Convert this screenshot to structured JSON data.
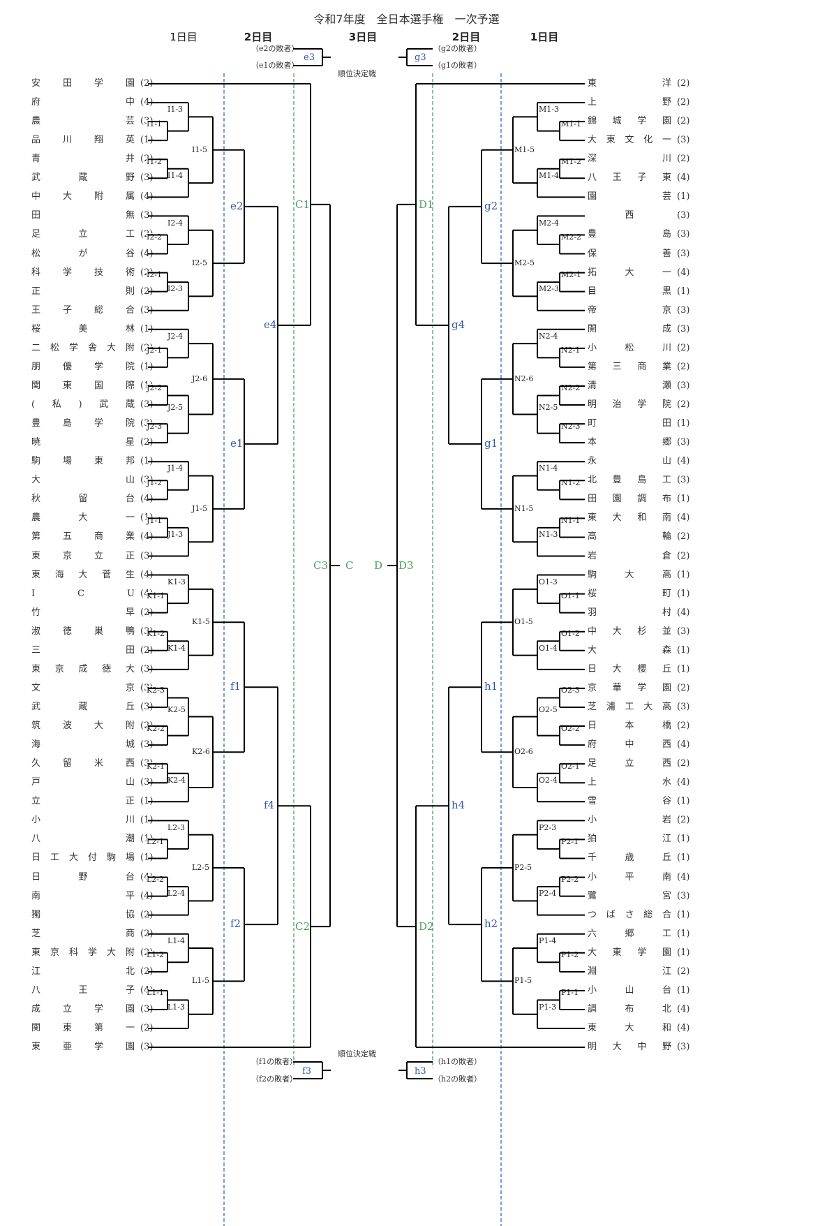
{
  "title": "令和7年度　全日本選手権　一次予選",
  "days": {
    "left_day1": "1日目",
    "left_day2": "2日目",
    "day3": "3日目",
    "right_day2": "2日目",
    "right_day1": "1日目"
  },
  "placement_label": "順位決定戦",
  "colors": {
    "line": "#000000",
    "blue_label": "#3355aa",
    "green_label": "#4aa05a",
    "blue_dashed": "#2f6db5",
    "green_dashed": "#4aa05a"
  },
  "consolation": {
    "e3": {
      "label": "e3",
      "top": "（e2の敗者）",
      "bottom": "（e1の敗者）"
    },
    "g3": {
      "label": "g3",
      "top": "（g2の敗者）",
      "bottom": "（g1の敗者）"
    },
    "f3": {
      "label": "f3",
      "top": "（f1の敗者）",
      "bottom": "（f2の敗者）"
    },
    "h3": {
      "label": "h3",
      "top": "（h1の敗者）",
      "bottom": "（h2の敗者）"
    }
  },
  "left_teams": [
    {
      "name": "安田学園",
      "seed": "(2)"
    },
    {
      "name": "府中",
      "seed": "(4)"
    },
    {
      "name": "農芸",
      "seed": "(3)"
    },
    {
      "name": "品川翔英",
      "seed": "(1)"
    },
    {
      "name": "青井",
      "seed": "(2)"
    },
    {
      "name": "武蔵野",
      "seed": "(3)"
    },
    {
      "name": "中大附属",
      "seed": "(4)"
    },
    {
      "name": "田無",
      "seed": "(3)"
    },
    {
      "name": "足立工",
      "seed": "(2)"
    },
    {
      "name": "松が谷",
      "seed": "(4)"
    },
    {
      "name": "科学技術",
      "seed": "(2)"
    },
    {
      "name": "正則",
      "seed": "(2)"
    },
    {
      "name": "王子総合",
      "seed": "(3)"
    },
    {
      "name": "桜美林",
      "seed": "(1)"
    },
    {
      "name": "二松学舎大附",
      "seed": "(2)"
    },
    {
      "name": "朋優学院",
      "seed": "(1)"
    },
    {
      "name": "関東国際",
      "seed": "(1)"
    },
    {
      "name": "(私)武蔵",
      "seed": "(3)"
    },
    {
      "name": "豊島学院",
      "seed": "(3)"
    },
    {
      "name": "暁星",
      "seed": "(2)"
    },
    {
      "name": "駒場東邦",
      "seed": "(1)"
    },
    {
      "name": "大山",
      "seed": "(3)"
    },
    {
      "name": "秋留台",
      "seed": "(4)"
    },
    {
      "name": "農大一",
      "seed": "(1)"
    },
    {
      "name": "第五商業",
      "seed": "(4)"
    },
    {
      "name": "東京立正",
      "seed": "(3)"
    },
    {
      "name": "東海大菅生",
      "seed": "(4)"
    },
    {
      "name": "ICU",
      "seed": "(4)"
    },
    {
      "name": "竹早",
      "seed": "(2)"
    },
    {
      "name": "淑徳巣鴨",
      "seed": "(3)"
    },
    {
      "name": "三田",
      "seed": "(2)"
    },
    {
      "name": "東京成徳大",
      "seed": "(3)"
    },
    {
      "name": "文京",
      "seed": "(3)"
    },
    {
      "name": "武蔵丘",
      "seed": "(3)"
    },
    {
      "name": "筑波大附",
      "seed": "(2)"
    },
    {
      "name": "海城",
      "seed": "(3)"
    },
    {
      "name": "久留米西",
      "seed": "(3)"
    },
    {
      "name": "戸山",
      "seed": "(3)"
    },
    {
      "name": "立正",
      "seed": "(1)"
    },
    {
      "name": "小川",
      "seed": "(1)"
    },
    {
      "name": "八潮",
      "seed": "(1)"
    },
    {
      "name": "日工大付駒場",
      "seed": "(1)"
    },
    {
      "name": "日野台",
      "seed": "(4)"
    },
    {
      "name": "南平",
      "seed": "(4)"
    },
    {
      "name": "獨協",
      "seed": "(2)"
    },
    {
      "name": "芝商",
      "seed": "(2)"
    },
    {
      "name": "東京科学大附",
      "seed": "(2)"
    },
    {
      "name": "江北",
      "seed": "(2)"
    },
    {
      "name": "八王子",
      "seed": "(4)"
    },
    {
      "name": "成立学園",
      "seed": "(3)"
    },
    {
      "name": "関東第一",
      "seed": "(2)"
    },
    {
      "name": "東亜学園",
      "seed": "(3)"
    }
  ],
  "right_teams": [
    {
      "name": "東洋",
      "seed": "(2)"
    },
    {
      "name": "上野",
      "seed": "(2)"
    },
    {
      "name": "錦城学園",
      "seed": "(2)"
    },
    {
      "name": "大東文化一",
      "seed": "(3)"
    },
    {
      "name": "深川",
      "seed": "(2)"
    },
    {
      "name": "八王子東",
      "seed": "(4)"
    },
    {
      "name": "園芸",
      "seed": "(1)"
    },
    {
      "name": "西",
      "seed": "(3)"
    },
    {
      "name": "豊島",
      "seed": "(3)"
    },
    {
      "name": "保善",
      "seed": "(3)"
    },
    {
      "name": "拓大一",
      "seed": "(4)"
    },
    {
      "name": "目黒",
      "seed": "(1)"
    },
    {
      "name": "帝京",
      "seed": "(3)"
    },
    {
      "name": "開成",
      "seed": "(3)"
    },
    {
      "name": "小松川",
      "seed": "(2)"
    },
    {
      "name": "第三商業",
      "seed": "(2)"
    },
    {
      "name": "清瀬",
      "seed": "(3)"
    },
    {
      "name": "明治学院",
      "seed": "(2)"
    },
    {
      "name": "町田",
      "seed": "(1)"
    },
    {
      "name": "本郷",
      "seed": "(3)"
    },
    {
      "name": "永山",
      "seed": "(4)"
    },
    {
      "name": "北豊島工",
      "seed": "(3)"
    },
    {
      "name": "田園調布",
      "seed": "(1)"
    },
    {
      "name": "東大和南",
      "seed": "(4)"
    },
    {
      "name": "高輪",
      "seed": "(2)"
    },
    {
      "name": "岩倉",
      "seed": "(2)"
    },
    {
      "name": "駒大高",
      "seed": "(1)"
    },
    {
      "name": "桜町",
      "seed": "(1)"
    },
    {
      "name": "羽村",
      "seed": "(4)"
    },
    {
      "name": "中大杉並",
      "seed": "(3)"
    },
    {
      "name": "大森",
      "seed": "(1)"
    },
    {
      "name": "日大櫻丘",
      "seed": "(1)"
    },
    {
      "name": "京華学園",
      "seed": "(2)"
    },
    {
      "name": "芝浦工大高",
      "seed": "(3)"
    },
    {
      "name": "日本橋",
      "seed": "(2)"
    },
    {
      "name": "府中西",
      "seed": "(4)"
    },
    {
      "name": "足立西",
      "seed": "(2)"
    },
    {
      "name": "上水",
      "seed": "(4)"
    },
    {
      "name": "雪谷",
      "seed": "(1)"
    },
    {
      "name": "小岩",
      "seed": "(2)"
    },
    {
      "name": "狛江",
      "seed": "(1)"
    },
    {
      "name": "千歳丘",
      "seed": "(1)"
    },
    {
      "name": "小平南",
      "seed": "(4)"
    },
    {
      "name": "鷺宮",
      "seed": "(3)"
    },
    {
      "name": "つばさ総合",
      "seed": "(1)"
    },
    {
      "name": "六郷工",
      "seed": "(1)"
    },
    {
      "name": "大東学園",
      "seed": "(1)"
    },
    {
      "name": "淵江",
      "seed": "(2)"
    },
    {
      "name": "小山台",
      "seed": "(1)"
    },
    {
      "name": "調布北",
      "seed": "(4)"
    },
    {
      "name": "東大和",
      "seed": "(4)"
    },
    {
      "name": "明大中野",
      "seed": "(3)"
    }
  ],
  "left_matches": [
    {
      "label": "I1-1",
      "a": 2,
      "b": 3,
      "level": 1
    },
    {
      "label": "I1-2",
      "a": 4,
      "b": 5,
      "level": 1
    },
    {
      "label": "I1-3",
      "a": 1,
      "b": "I1-1",
      "level": 2
    },
    {
      "label": "I1-4",
      "a": "I1-2",
      "b": 6,
      "level": 2
    },
    {
      "label": "I1-5",
      "a": "I1-3",
      "b": "I1-4",
      "level": 3
    },
    {
      "label": "I2-2",
      "a": 8,
      "b": 9,
      "level": 1
    },
    {
      "label": "I2-1",
      "a": 10,
      "b": 11,
      "level": 1
    },
    {
      "label": "I2-4",
      "a": 7,
      "b": "I2-2",
      "level": 2
    },
    {
      "label": "I2-3",
      "a": "I2-1",
      "b": 12,
      "level": 2
    },
    {
      "label": "I2-5",
      "a": "I2-4",
      "b": "I2-3",
      "level": 3
    },
    {
      "label": "J2-1",
      "a": 14,
      "b": 15,
      "level": 1
    },
    {
      "label": "J2-2",
      "a": 16,
      "b": 17,
      "level": 1
    },
    {
      "label": "J2-3",
      "a": 18,
      "b": 19,
      "level": 1
    },
    {
      "label": "J2-4",
      "a": 13,
      "b": "J2-1",
      "level": 2
    },
    {
      "label": "J2-5",
      "a": "J2-2",
      "b": "J2-3",
      "level": 2
    },
    {
      "label": "J2-6",
      "a": "J2-4",
      "b": "J2-5",
      "level": 3
    },
    {
      "label": "J1-2",
      "a": 21,
      "b": 22,
      "level": 1
    },
    {
      "label": "J1-1",
      "a": 23,
      "b": 24,
      "level": 1
    },
    {
      "label": "J1-4",
      "a": 20,
      "b": "J1-2",
      "level": 2
    },
    {
      "label": "J1-3",
      "a": "J1-1",
      "b": 25,
      "level": 2
    },
    {
      "label": "J1-5",
      "a": "J1-4",
      "b": "J1-3",
      "level": 3
    },
    {
      "label": "K1-1",
      "a": 27,
      "b": 28,
      "level": 1
    },
    {
      "label": "K1-2",
      "a": 29,
      "b": 30,
      "level": 1
    },
    {
      "label": "K1-3",
      "a": 26,
      "b": "K1-1",
      "level": 2
    },
    {
      "label": "K1-4",
      "a": "K1-2",
      "b": 31,
      "level": 2
    },
    {
      "label": "K1-5",
      "a": "K1-3",
      "b": "K1-4",
      "level": 3
    },
    {
      "label": "K2-3",
      "a": 32,
      "b": 33,
      "level": 1
    },
    {
      "label": "K2-2",
      "a": 34,
      "b": 35,
      "level": 1
    },
    {
      "label": "K2-1",
      "a": 36,
      "b": 37,
      "level": 1
    },
    {
      "label": "K2-5",
      "a": "K2-3",
      "b": "K2-2",
      "level": 2
    },
    {
      "label": "K2-4",
      "a": "K2-1",
      "b": 38,
      "level": 2
    },
    {
      "label": "K2-6",
      "a": "K2-5",
      "b": "K2-4",
      "level": 3
    },
    {
      "label": "L2-1",
      "a": 40,
      "b": 41,
      "level": 1
    },
    {
      "label": "L2-2",
      "a": 42,
      "b": 43,
      "level": 1
    },
    {
      "label": "L2-3",
      "a": 39,
      "b": "L2-1",
      "level": 2
    },
    {
      "label": "L2-4",
      "a": "L2-2",
      "b": 44,
      "level": 2
    },
    {
      "label": "L2-5",
      "a": "L2-3",
      "b": "L2-4",
      "level": 3
    },
    {
      "label": "L1-2",
      "a": 46,
      "b": 47,
      "level": 1
    },
    {
      "label": "L1-1",
      "a": 48,
      "b": 49,
      "level": 1
    },
    {
      "label": "L1-4",
      "a": 45,
      "b": "L1-2",
      "level": 2
    },
    {
      "label": "L1-3",
      "a": "L1-1",
      "b": 50,
      "level": 2
    },
    {
      "label": "L1-5",
      "a": "L1-4",
      "b": "L1-3",
      "level": 3
    },
    {
      "label": "e2",
      "a": "I1-5",
      "b": "I2-5",
      "level": 4,
      "color": "blue"
    },
    {
      "label": "e1",
      "a": "J2-6",
      "b": "J1-5",
      "level": 4,
      "color": "blue"
    },
    {
      "label": "f1",
      "a": "K1-5",
      "b": "K2-6",
      "level": 4,
      "color": "blue"
    },
    {
      "label": "f2",
      "a": "L2-5",
      "b": "L1-5",
      "level": 4,
      "color": "blue"
    },
    {
      "label": "e4",
      "a": "e2",
      "b": "e1",
      "level": 5,
      "color": "blue"
    },
    {
      "label": "f4",
      "a": "f1",
      "b": "f2",
      "level": 5,
      "color": "blue"
    },
    {
      "label": "C1",
      "a": 0,
      "b": "e4",
      "level": 6,
      "color": "green"
    },
    {
      "label": "C2",
      "a": "f4",
      "b": 51,
      "level": 6,
      "color": "green"
    },
    {
      "label": "C3",
      "a": "C1",
      "b": "C2",
      "level": 7,
      "color": "green"
    }
  ],
  "right_matches": [
    {
      "label": "M1-1",
      "a": 2,
      "b": 3,
      "level": 1
    },
    {
      "label": "M1-2",
      "a": 4,
      "b": 5,
      "level": 1
    },
    {
      "label": "M1-3",
      "a": 1,
      "b": "M1-1",
      "level": 2
    },
    {
      "label": "M1-4",
      "a": "M1-2",
      "b": 6,
      "level": 2
    },
    {
      "label": "M1-5",
      "a": "M1-3",
      "b": "M1-4",
      "level": 3
    },
    {
      "label": "M2-2",
      "a": 8,
      "b": 9,
      "level": 1
    },
    {
      "label": "M2-1",
      "a": 10,
      "b": 11,
      "level": 1
    },
    {
      "label": "M2-4",
      "a": 7,
      "b": "M2-2",
      "level": 2
    },
    {
      "label": "M2-3",
      "a": "M2-1",
      "b": 12,
      "level": 2
    },
    {
      "label": "M2-5",
      "a": "M2-4",
      "b": "M2-3",
      "level": 3
    },
    {
      "label": "N2-1",
      "a": 14,
      "b": 15,
      "level": 1
    },
    {
      "label": "N2-2",
      "a": 16,
      "b": 17,
      "level": 1
    },
    {
      "label": "N2-3",
      "a": 18,
      "b": 19,
      "level": 1
    },
    {
      "label": "N2-4",
      "a": 13,
      "b": "N2-1",
      "level": 2
    },
    {
      "label": "N2-5",
      "a": "N2-2",
      "b": "N2-3",
      "level": 2
    },
    {
      "label": "N2-6",
      "a": "N2-4",
      "b": "N2-5",
      "level": 3
    },
    {
      "label": "N1-2",
      "a": 21,
      "b": 22,
      "level": 1
    },
    {
      "label": "N1-1",
      "a": 23,
      "b": 24,
      "level": 1
    },
    {
      "label": "N1-4",
      "a": 20,
      "b": "N1-2",
      "level": 2
    },
    {
      "label": "N1-3",
      "a": "N1-1",
      "b": 25,
      "level": 2
    },
    {
      "label": "N1-5",
      "a": "N1-4",
      "b": "N1-3",
      "level": 3
    },
    {
      "label": "O1-1",
      "a": 27,
      "b": 28,
      "level": 1
    },
    {
      "label": "O1-2",
      "a": 29,
      "b": 30,
      "level": 1
    },
    {
      "label": "O1-3",
      "a": 26,
      "b": "O1-1",
      "level": 2
    },
    {
      "label": "O1-4",
      "a": "O1-2",
      "b": 31,
      "level": 2
    },
    {
      "label": "O1-5",
      "a": "O1-3",
      "b": "O1-4",
      "level": 3
    },
    {
      "label": "O2-3",
      "a": 32,
      "b": 33,
      "level": 1
    },
    {
      "label": "O2-2",
      "a": 34,
      "b": 35,
      "level": 1
    },
    {
      "label": "O2-1",
      "a": 36,
      "b": 37,
      "level": 1
    },
    {
      "label": "O2-5",
      "a": "O2-3",
      "b": "O2-2",
      "level": 2
    },
    {
      "label": "O2-4",
      "a": "O2-1",
      "b": 38,
      "level": 2
    },
    {
      "label": "O2-6",
      "a": "O2-5",
      "b": "O2-4",
      "level": 3
    },
    {
      "label": "P2-1",
      "a": 40,
      "b": 41,
      "level": 1
    },
    {
      "label": "P2-2",
      "a": 42,
      "b": 43,
      "level": 1
    },
    {
      "label": "P2-3",
      "a": 39,
      "b": "P2-1",
      "level": 2
    },
    {
      "label": "P2-4",
      "a": "P2-2",
      "b": 44,
      "level": 2
    },
    {
      "label": "P2-5",
      "a": "P2-3",
      "b": "P2-4",
      "level": 3
    },
    {
      "label": "P1-2",
      "a": 46,
      "b": 47,
      "level": 1
    },
    {
      "label": "P1-1",
      "a": 48,
      "b": 49,
      "level": 1
    },
    {
      "label": "P1-4",
      "a": 45,
      "b": "P1-2",
      "level": 2
    },
    {
      "label": "P1-3",
      "a": "P1-1",
      "b": 50,
      "level": 2
    },
    {
      "label": "P1-5",
      "a": "P1-4",
      "b": "P1-3",
      "level": 3
    },
    {
      "label": "g2",
      "a": "M1-5",
      "b": "M2-5",
      "level": 4,
      "color": "blue"
    },
    {
      "label": "g1",
      "a": "N2-6",
      "b": "N1-5",
      "level": 4,
      "color": "blue"
    },
    {
      "label": "h1",
      "a": "O1-5",
      "b": "O2-6",
      "level": 4,
      "color": "blue"
    },
    {
      "label": "h2",
      "a": "P2-5",
      "b": "P1-5",
      "level": 4,
      "color": "blue"
    },
    {
      "label": "g4",
      "a": "g2",
      "b": "g1",
      "level": 5,
      "color": "blue"
    },
    {
      "label": "h4",
      "a": "h1",
      "b": "h2",
      "level": 5,
      "color": "blue"
    },
    {
      "label": "D1",
      "a": 0,
      "b": "g4",
      "level": 6,
      "color": "green"
    },
    {
      "label": "D2",
      "a": "h4",
      "b": 51,
      "level": 6,
      "color": "green"
    },
    {
      "label": "D3",
      "a": "D1",
      "b": "D2",
      "level": 7,
      "color": "green"
    }
  ],
  "final": {
    "left": "C",
    "right": "D"
  }
}
